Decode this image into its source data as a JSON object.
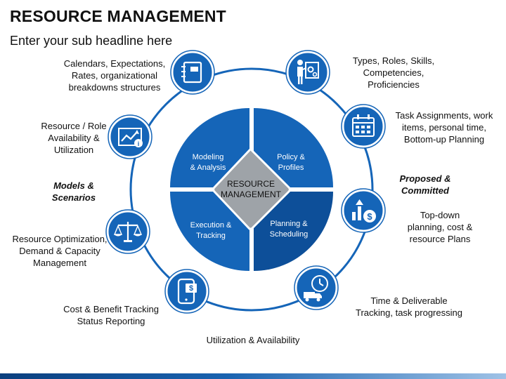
{
  "title": "RESOURCE MANAGEMENT",
  "subtitle": "Enter your sub headline here",
  "center": {
    "line1": "RESOURCE",
    "line2": "MANAGEMENT"
  },
  "quadrants": {
    "top_left": {
      "line1": "Modeling",
      "line2": "& Analysis"
    },
    "top_right": {
      "line1": "Policy &",
      "line2": "Profiles"
    },
    "bottom_left": {
      "line1": "Execution &",
      "line2": "Tracking"
    },
    "bottom_right": {
      "line1": "Planning &",
      "line2": "Scheduling"
    }
  },
  "left_labels": {
    "calendars": [
      "Calendars, Expectations,",
      "Rates, organizational",
      "breakdowns structures"
    ],
    "role_availability": [
      "Resource / Role",
      "Availability &",
      "Utilization"
    ],
    "models": [
      "Models &",
      "Scenarios"
    ],
    "optimization": [
      "Resource Optimization,",
      "Demand & Capacity",
      "Management"
    ],
    "cost_benefit": [
      "Cost & Benefit Tracking",
      "Status Reporting"
    ]
  },
  "right_labels": {
    "types_roles": [
      "Types, Roles, Skills,",
      "Competencies,",
      "Proficiencies"
    ],
    "task_assignments": [
      "Task Assignments, work",
      "items, personal time,",
      "Bottom-up Planning"
    ],
    "proposed": [
      "Proposed &",
      "Committed"
    ],
    "topdown": [
      "Top-down",
      "planning, cost &",
      "resource Plans"
    ],
    "time_deliverable": [
      "Time & Deliverable",
      "Tracking, task progressing"
    ]
  },
  "bottom_label": "Utilization & Availability",
  "colors": {
    "primary_blue": "#1565b8",
    "dark_blue": "#0d4f99",
    "ring": "#1565b8",
    "center_gray": "#9ea3a8"
  },
  "icons": [
    "notebook-icon",
    "presenter-gears-icon",
    "growth-chart-icon",
    "calendar-icon",
    "scales-icon",
    "dollar-growth-icon",
    "mobile-dollar-icon",
    "delivery-clock-icon"
  ]
}
